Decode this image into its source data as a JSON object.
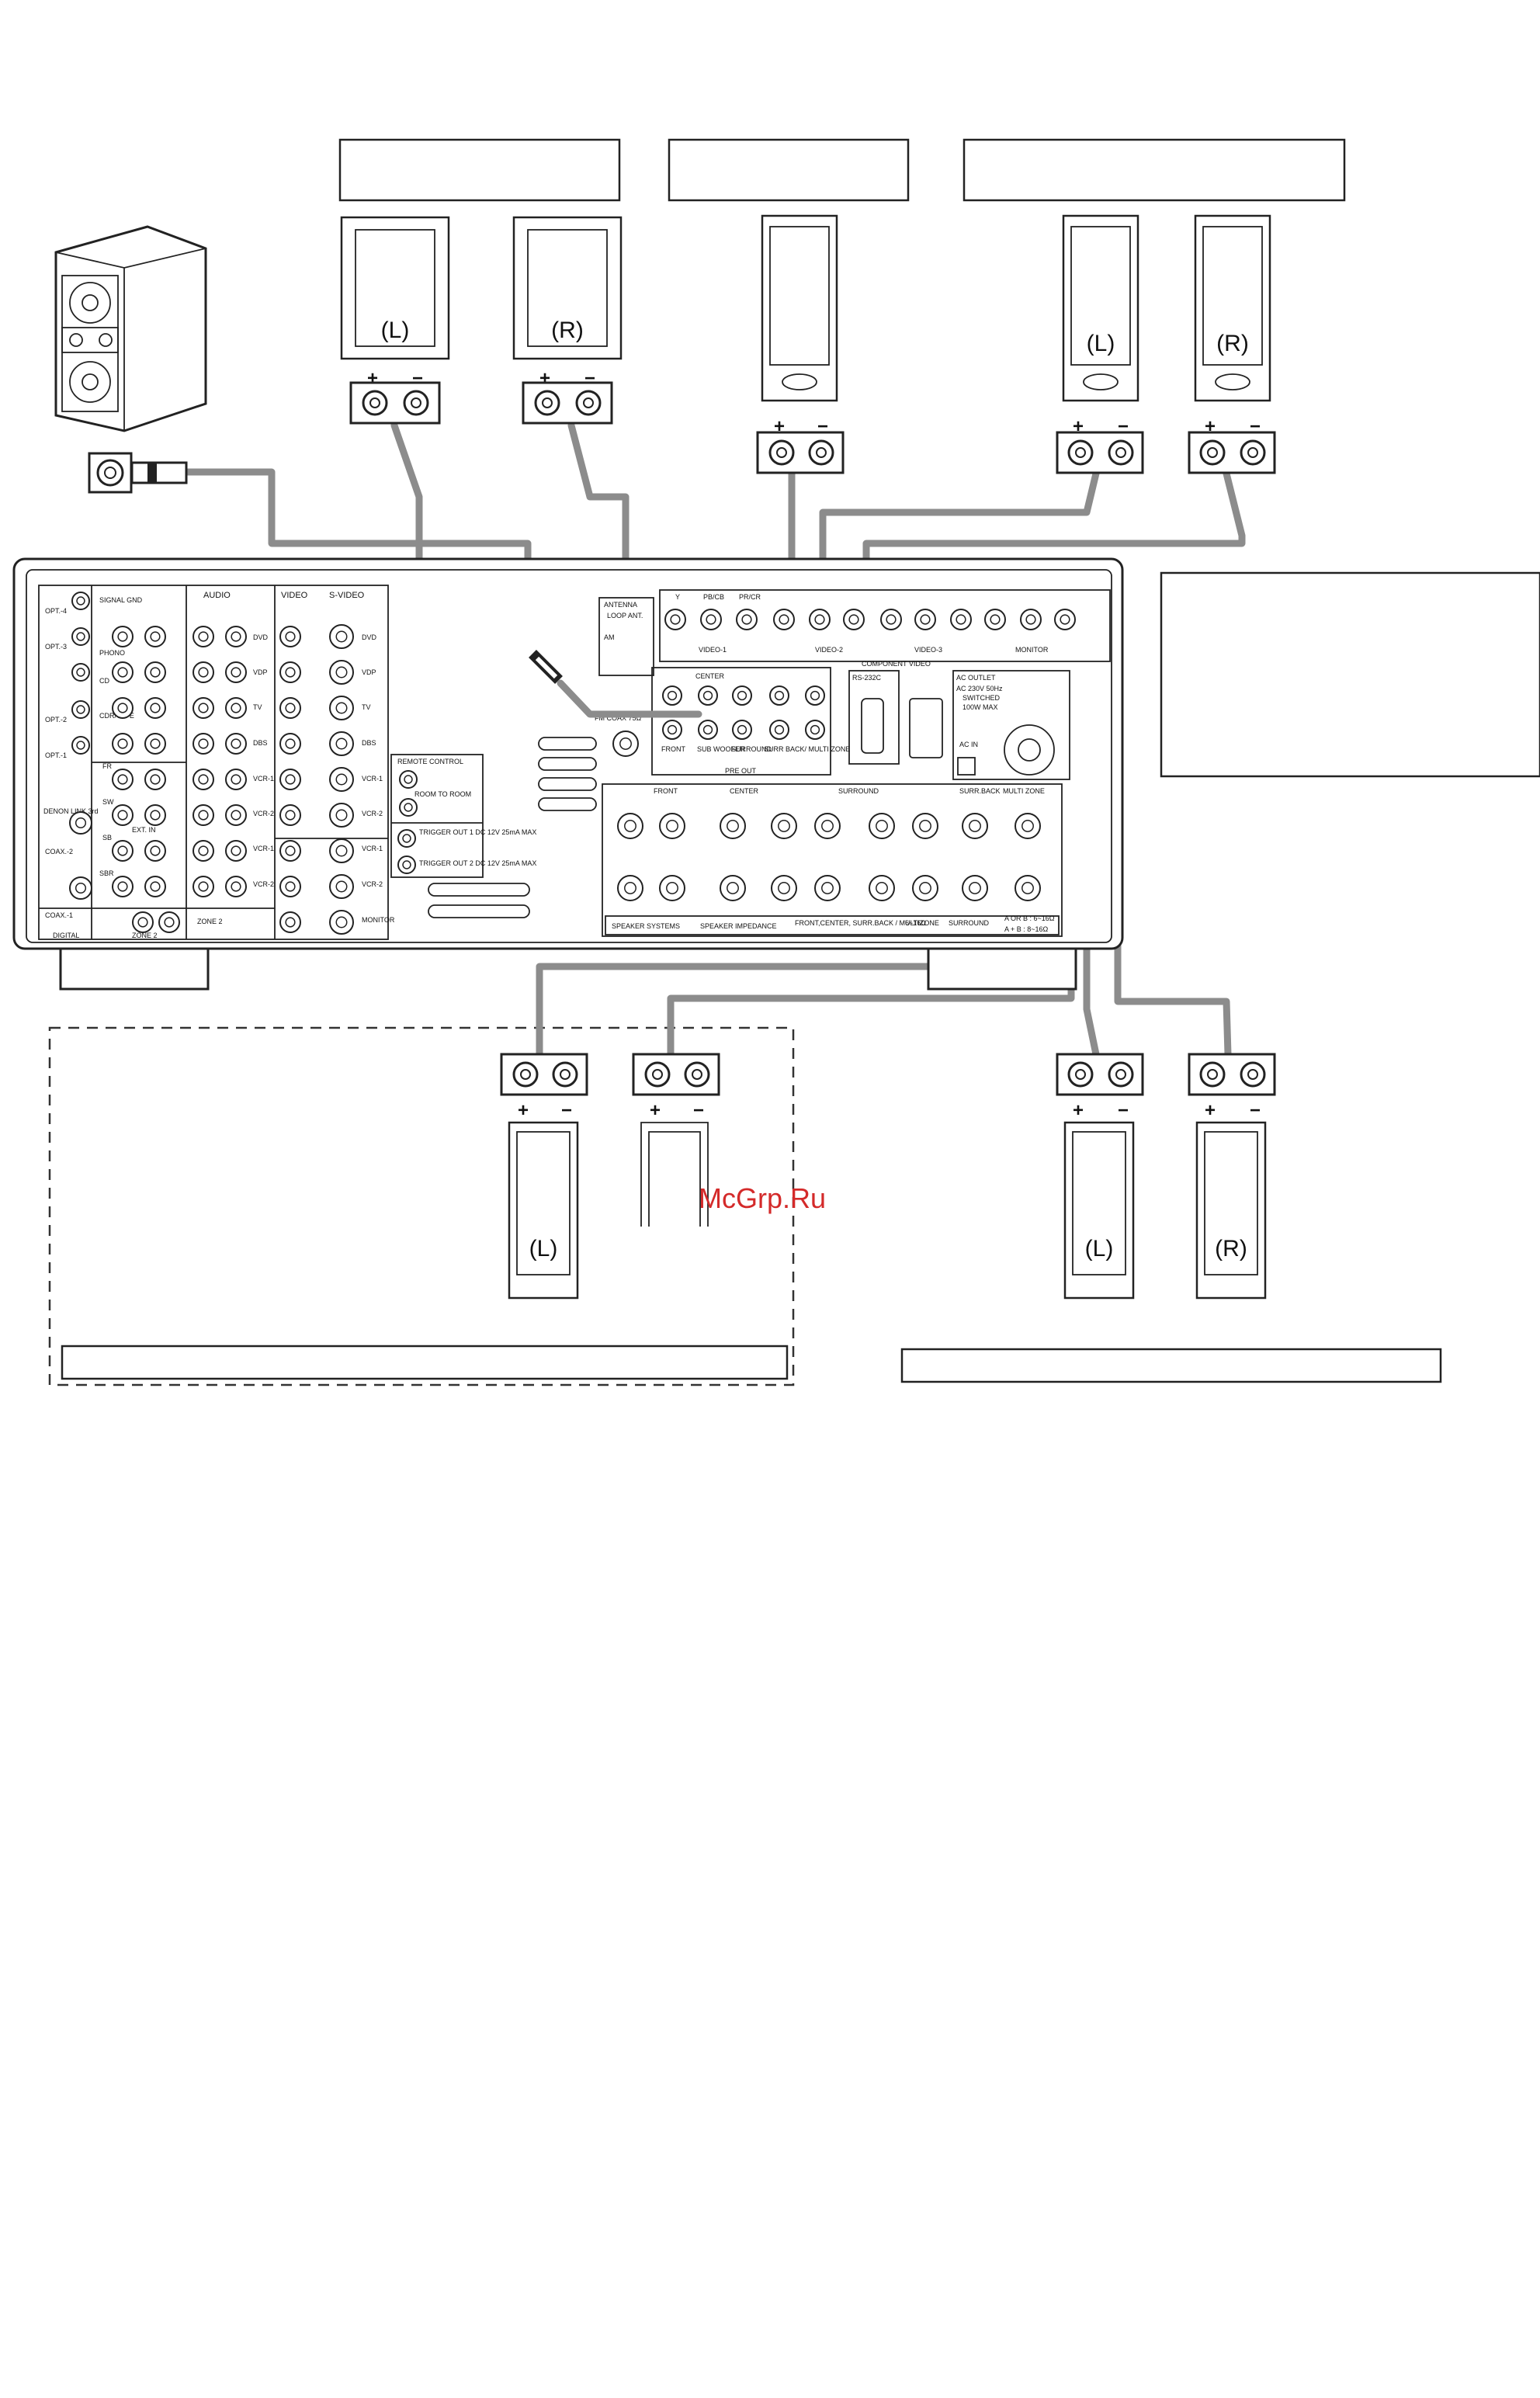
{
  "watermark": "McGrp.Ru",
  "speaker_channel_labels": {
    "front_left": "(L)",
    "front_right": "(R)",
    "surround_left": "(L)",
    "surround_right": "(R)",
    "zone_left": "(L)",
    "surround_back_left": "(L)",
    "surround_back_right": "(R)"
  },
  "polarity": {
    "plus": "+",
    "minus": "−"
  },
  "receiver": {
    "digital": [
      "SIGNAL GND",
      "OPT.-4",
      "OPT.-3",
      "OPT.-2",
      "OPT.-1",
      "COAX.-2",
      "COAX.-1",
      "DIGITAL",
      "DENON LINK 3rd"
    ],
    "audio_left": [
      "PHONO",
      "CD",
      "CDR/TAPE",
      "FR",
      "SW",
      "SB",
      "SBR",
      "ZONE 2",
      "EXT. IN"
    ],
    "audio_right": [
      "DVD",
      "VDP",
      "TV",
      "DBS",
      "VCR-1",
      "VCR-2",
      "VCR-1",
      "VCR-2",
      "ZONE 2"
    ],
    "video_header": [
      "AUDIO",
      "VIDEO",
      "S-VIDEO"
    ],
    "svideo": [
      "DVD",
      "VDP",
      "TV",
      "DBS",
      "VCR-1",
      "VCR-2",
      "VCR-1",
      "VCR-2",
      "MONITOR"
    ],
    "remote": [
      "REMOTE CONTROL",
      "ROOM TO ROOM",
      "TRIGGER OUT 1 DC 12V 25mA MAX",
      "TRIGGER OUT 2 DC 12V 25mA MAX"
    ],
    "antenna": [
      "ANTENNA",
      "LOOP ANT.",
      "AM",
      "FM COAX 75Ω"
    ],
    "component_video": [
      "VIDEO-1",
      "VIDEO-2",
      "VIDEO-3",
      "MONITOR",
      "COMPONENT VIDEO"
    ],
    "component_cols": [
      "Y",
      "PB/CB",
      "PR/CR"
    ],
    "pre_out": [
      "CENTER",
      "FRONT",
      "SUB WOOFER",
      "SURROUND",
      "SURR BACK/ MULTI ZONE",
      "PRE OUT"
    ],
    "rs232c": "RS-232C",
    "ac_outlet": [
      "AC OUTLET",
      "AC 230V 50Hz",
      "SWITCHED",
      "100W MAX"
    ],
    "ac_in": "AC IN",
    "speaker_groups": [
      "FRONT",
      "CENTER",
      "SURROUND",
      "SURR.BACK",
      "MULTI ZONE"
    ],
    "speaker_bottom": [
      "SPEAKER SYSTEMS",
      "SPEAKER IMPEDANCE",
      "FRONT,CENTER, SURR.BACK / MULTIZONE",
      "6~16Ω",
      "SURROUND",
      "A OR B : 6~16Ω",
      "A + B : 8~16Ω"
    ]
  }
}
